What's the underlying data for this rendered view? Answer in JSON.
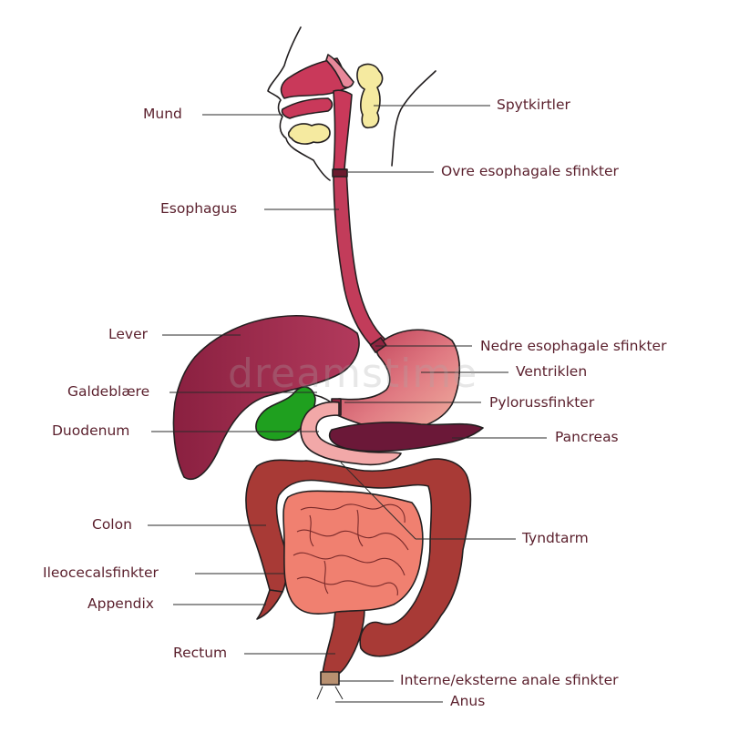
{
  "labels": {
    "mund": "Mund",
    "spytkirtler": "Spytkirtler",
    "ovre_esophagale": "Ovre esophagale sfinkter",
    "esophagus": "Esophagus",
    "lever": "Lever",
    "nedre_esophagale": "Nedre esophagale sfinkter",
    "ventriklen": "Ventriklen",
    "galdeblaere": "Galdeblære",
    "pylorussfinkter": "Pylorussfinkter",
    "duodenum": "Duodenum",
    "pancreas": "Pancreas",
    "colon": "Colon",
    "tyndtarm": "Tyndtarm",
    "ileocecalsfinkter": "Ileocecalsfinkter",
    "appendix": "Appendix",
    "rectum": "Rectum",
    "anale_sfinkter": "Interne/eksterne anale sfinkter",
    "anus": "Anus"
  },
  "watermark": "dreamstime",
  "colors": {
    "label_text": "#5a1f2c",
    "liver": "#9b2a4c",
    "gallbladder": "#1fa01f",
    "esophagus": "#c23c5a",
    "stomach": "#d45a6e",
    "pancreas": "#6b1838",
    "colon": "#a83a36",
    "small_intestine": "#f08070",
    "salivary_glands": "#f5eaa0",
    "duodenum": "#f2a8a8"
  }
}
